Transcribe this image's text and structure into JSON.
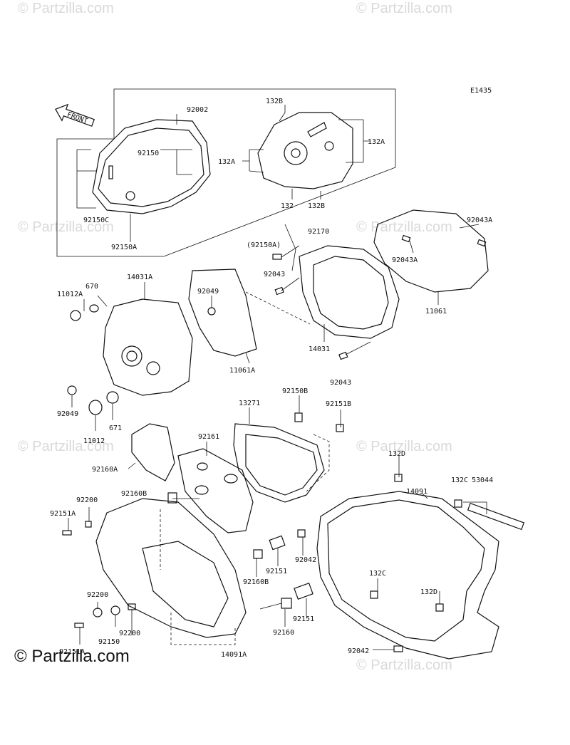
{
  "diagram_code": "E1435",
  "copyright": "© Partzilla.com",
  "watermark": "© Partzilla.com",
  "front_arrow_label": "FRONT",
  "labels": {
    "l92002": "92002",
    "l92150": "92150",
    "l92150C": "92150C",
    "l92150A_top": "92150A",
    "l132B_top": "132B",
    "l132A_left": "132A",
    "l132A_right": "132A",
    "l132": "132",
    "l132B_bottom": "132B",
    "l92170": "92170",
    "l92150A_paren": "(92150A)",
    "l92043_mid": "92043",
    "l92043A_right": "92043A",
    "l92043A_mid": "92043A",
    "l11061": "11061",
    "l14031A": "14031A",
    "l670": "670",
    "l11012A": "11012A",
    "l92049_top": "92049",
    "l11061A": "11061A",
    "l14031": "14031",
    "l92043_bottom": "92043",
    "l92049_left": "92049",
    "l671": "671",
    "l11012": "11012",
    "l13271": "13271",
    "l92150B": "92150B",
    "l92151B": "92151B",
    "l92161": "92161",
    "l92160A": "92160A",
    "l132D_top": "132D",
    "l14091": "14091",
    "l132C_right": "132C",
    "l53044": "53044",
    "l92200_top": "92200",
    "l92160B_top": "92160B",
    "l92151A_top": "92151A",
    "l92042_mid": "92042",
    "l92151_mid": "92151",
    "l92160B_mid": "92160B",
    "l132C_mid": "132C",
    "l132D_mid": "132D",
    "l92200_mid": "92200",
    "l92151_low": "92151",
    "l92160": "92160",
    "l92200_low": "92200",
    "l92151A_low": "92151A",
    "l92150_low": "92150",
    "l14091A": "14091A",
    "l92042_bottom": "92042"
  }
}
